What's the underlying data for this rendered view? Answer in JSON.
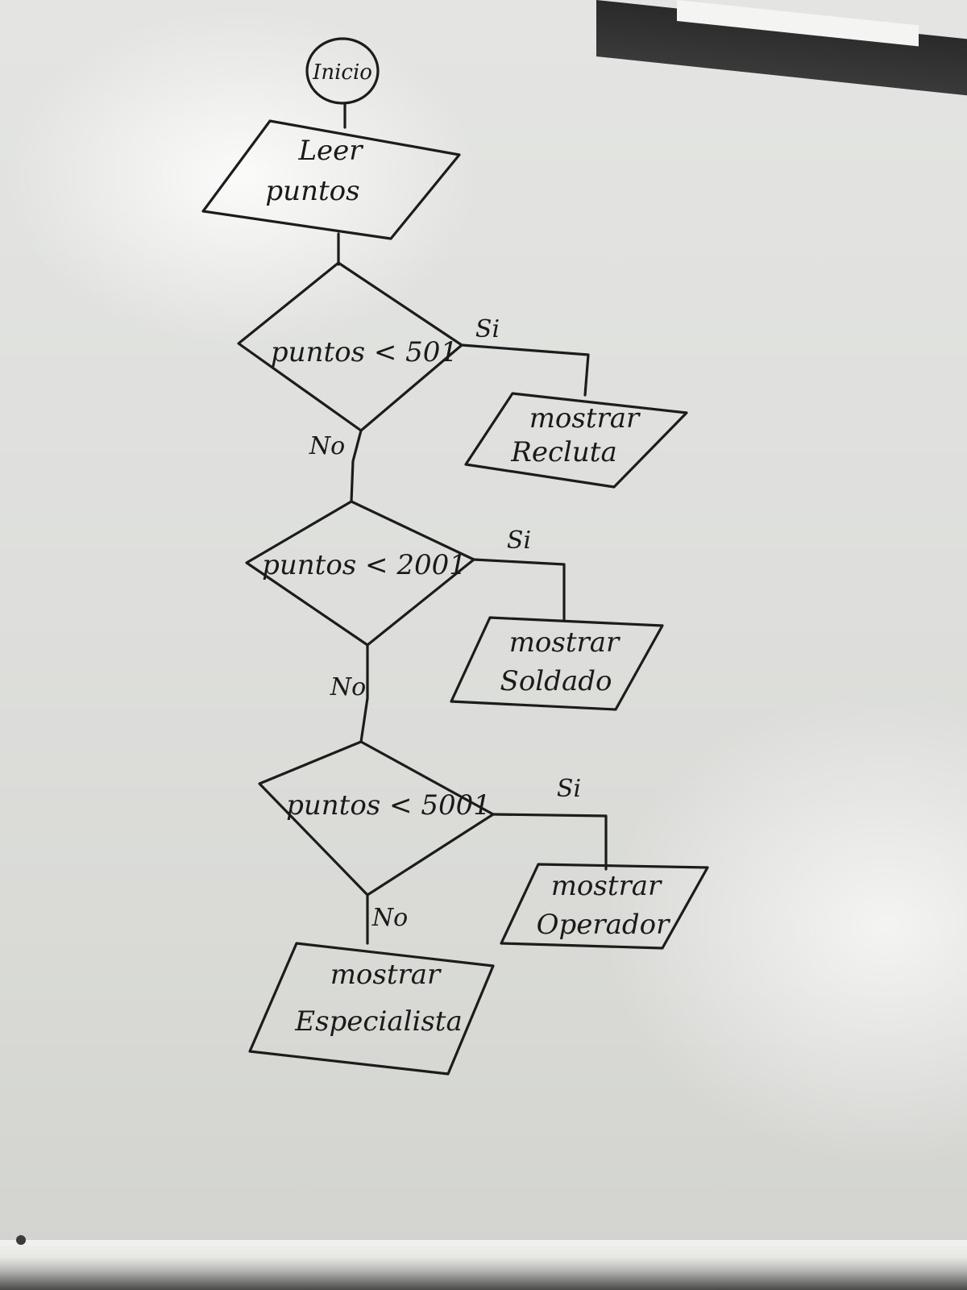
{
  "diagram": {
    "start": "Inicio",
    "input": [
      "Leer",
      "puntos"
    ],
    "decisions": [
      {
        "condition": "puntos < 501",
        "yes": "Si",
        "no": "No",
        "output": [
          "mostrar",
          "Recluta"
        ]
      },
      {
        "condition": "puntos < 2001",
        "yes": "Si",
        "no": "No",
        "output": [
          "mostrar",
          "Soldado"
        ]
      },
      {
        "condition": "puntos < 5001",
        "yes": "Si",
        "no": "No",
        "output": [
          "mostrar",
          "Operador"
        ]
      }
    ],
    "final_output": [
      "mostrar",
      "Especialista"
    ]
  },
  "colors": {
    "ink": "#1c1c1c",
    "board": "#dedfdc"
  }
}
